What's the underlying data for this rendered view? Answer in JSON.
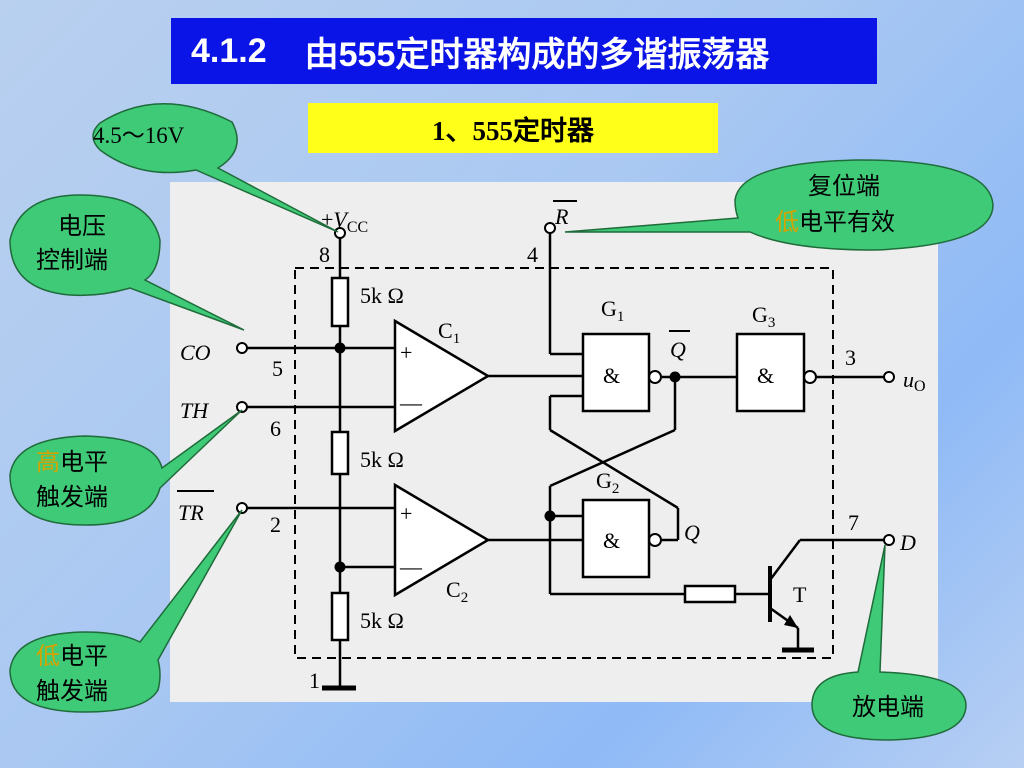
{
  "header": {
    "number": "4.1.2",
    "text": "由555定时器构成的多谐振荡器"
  },
  "subtitle": "1、555定时器",
  "callouts": {
    "supply": "4.5～16V",
    "voltage_control": [
      "电压",
      "控制端"
    ],
    "reset": {
      "line1": "复位端",
      "line2_highlight": "低",
      "line2_rest": "电平有效"
    },
    "high_trigger": {
      "highlight": "高",
      "rest": "电平",
      "line2": "触发端"
    },
    "low_trigger": {
      "highlight": "低",
      "rest": "电平",
      "line2": "触发端"
    },
    "discharge": "放电端"
  },
  "pins": {
    "vcc_plus": "+",
    "vcc_v": "V",
    "vcc_sub": "CC",
    "pin8": "8",
    "reset_label": "R",
    "pin4": "4",
    "co_label": "CO",
    "pin5": "5",
    "th_label": "TH",
    "pin6": "6",
    "tr_label": "TR",
    "pin2": "2",
    "pin1": "1",
    "out_pin": "3",
    "out_u": "u",
    "out_sub": "O",
    "d_pin": "7",
    "d_label": "D"
  },
  "components": {
    "resistor": "5k Ω",
    "c1": "C",
    "c1_sub": "1",
    "c2": "C",
    "c2_sub": "2",
    "plus": "+",
    "minus": "—",
    "g1": "G",
    "g1_sub": "1",
    "g2": "G",
    "g2_sub": "2",
    "g3": "G",
    "g3_sub": "3",
    "and": "&",
    "q_bar": "Q",
    "q": "Q",
    "transistor": "T"
  },
  "colors": {
    "title_bg": "#0a14e6",
    "subtitle_bg": "#ffff19",
    "callout_fill": "#3fca77",
    "highlight_text": "#d5a300",
    "panel": "#eeeeee"
  }
}
